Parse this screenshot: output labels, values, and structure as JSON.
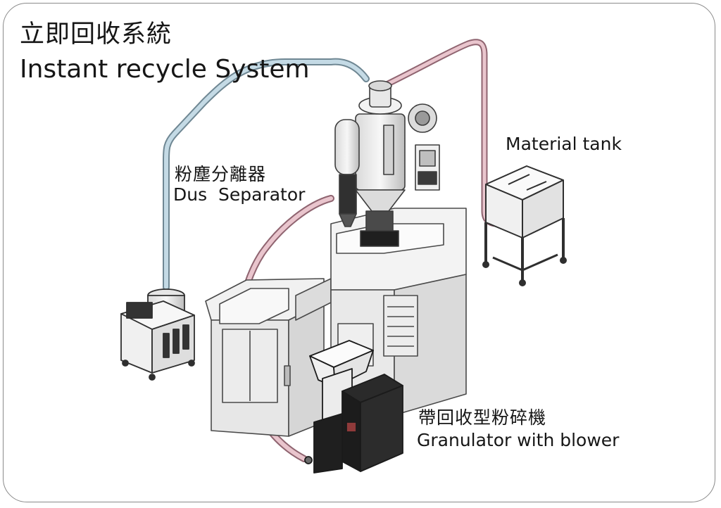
{
  "title": {
    "zh": "立即回收系統",
    "en": "Instant recycle System"
  },
  "labels": {
    "dust_separator": {
      "zh": "粉塵分離器",
      "en": "Dus  Separator"
    },
    "material_tank": {
      "en": "Material tank"
    },
    "granulator": {
      "zh": "帶回收型粉碎機",
      "en": "Granulator with blower"
    }
  },
  "colors": {
    "blue_pipe": "#aac4d2",
    "pink_pipe": "#cfa2ad",
    "frame": "#8a8a8a",
    "machine_body": "#ececec",
    "machine_outline": "#4a4a4a",
    "granulator_body": "#1e1e1e"
  }
}
